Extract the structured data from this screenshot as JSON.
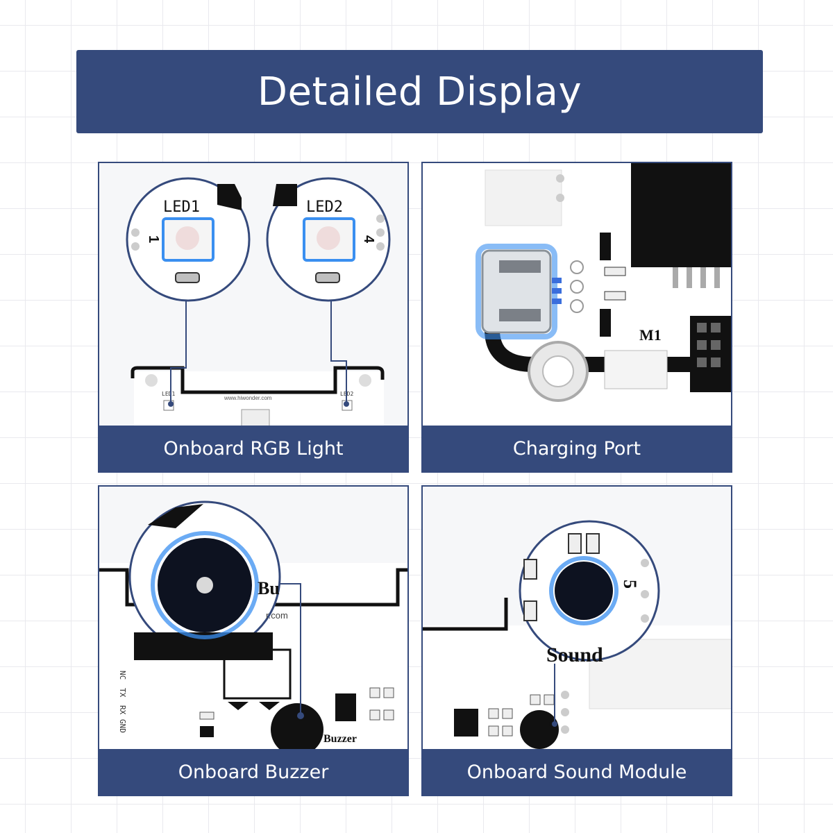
{
  "header": {
    "title": "Detailed Display"
  },
  "panels": [
    {
      "id": "rgb",
      "caption": "Onboard RGB Light",
      "labels": {
        "led1": "LED1",
        "led2": "LED2",
        "pin1": "1",
        "pin4": "4",
        "small_led1": "LED1",
        "small_led2": "LED2",
        "url": "www.hiwonder.com"
      }
    },
    {
      "id": "charging",
      "caption": "Charging Port",
      "labels": {
        "motor": "M1"
      }
    },
    {
      "id": "buzzer",
      "caption": "Onboard Buzzer",
      "labels": {
        "bu": "Bu",
        "url_frag": "r.com",
        "buzzer": "Buzzer",
        "nc": "NC",
        "tx": "TX",
        "rx": "RX",
        "gnd": "GND"
      }
    },
    {
      "id": "sound",
      "caption": "Onboard Sound Module",
      "labels": {
        "sound": "Sound",
        "pin5a": "5",
        "pin5b": "5"
      }
    }
  ],
  "colors": {
    "brand": "#354a7c",
    "glow": "#3a8ff0"
  }
}
